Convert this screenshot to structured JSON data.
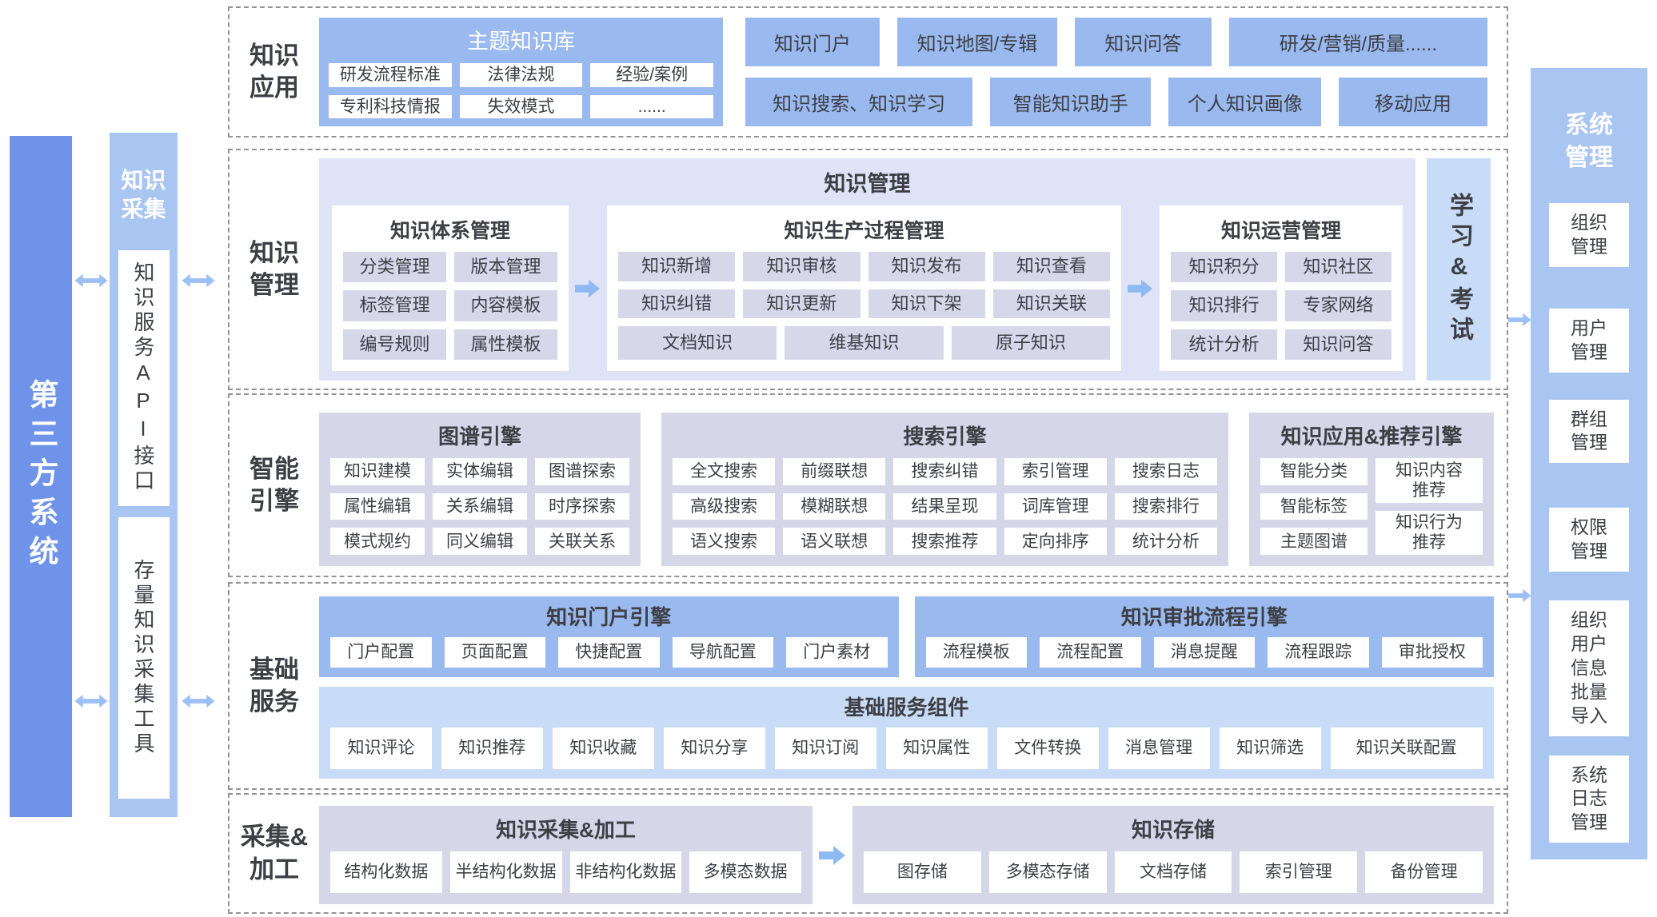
{
  "colors": {
    "dark_blue": "#6e93e9",
    "medium_blue": "#9ab9ef",
    "column_blue": "#a9c6f3",
    "light_blue": "#c9dcf7",
    "periwinkle": "#dee4f6",
    "lavender": "#d5d7e9",
    "chip_lavender": "#d6d8ea",
    "arrow_blue": "#8fb9f3",
    "text_dark": "#3d3f45",
    "text_white": "#ffffff"
  },
  "left": {
    "third_party": "第三方系统",
    "collection": {
      "title": "知识\n采集",
      "api_box": "知识服务API接口",
      "tool_box": "存量知识采集工具"
    }
  },
  "right": {
    "title": "系统\n管理",
    "items": [
      "组织\n管理",
      "用户\n管理",
      "群组\n管理",
      "权限\n管理",
      "组织\n用户\n信息\n批量\n导入",
      "系统\n日志\n管理"
    ]
  },
  "sections": {
    "application": {
      "label": "知识\n应用",
      "theme_kb": {
        "title": "主题知识库",
        "items": [
          "研发流程标准",
          "法律法规",
          "经验/案例",
          "专利科技情报",
          "失效模式",
          "......"
        ]
      },
      "apps_row1": [
        "知识门户",
        "知识地图/专辑",
        "知识问答",
        "研发/营销/质量......"
      ],
      "apps_row2": [
        "知识搜索、知识学习",
        "智能知识助手",
        "个人知识画像",
        "移动应用"
      ]
    },
    "management": {
      "label": "知识\n管理",
      "container_title": "知识管理",
      "system_panel": {
        "title": "知识体系管理",
        "items": [
          "分类管理",
          "版本管理",
          "标签管理",
          "内容模板",
          "编号规则",
          "属性模板"
        ]
      },
      "production_panel": {
        "title": "知识生产过程管理",
        "items": [
          "知识新增",
          "知识审核",
          "知识发布",
          "知识查看",
          "知识纠错",
          "知识更新",
          "知识下架",
          "知识关联"
        ],
        "wide_items": [
          "文档知识",
          "维基知识",
          "原子知识"
        ]
      },
      "operation_panel": {
        "title": "知识运营管理",
        "items": [
          "知识积分",
          "知识社区",
          "知识排行",
          "专家网络",
          "统计分析",
          "知识问答"
        ]
      },
      "side_box": "学习&考试"
    },
    "engine": {
      "label": "智能\n引擎",
      "graph": {
        "title": "图谱引擎",
        "items": [
          "知识建模",
          "实体编辑",
          "图谱探索",
          "属性编辑",
          "关系编辑",
          "时序探索",
          "模式规约",
          "同义编辑",
          "关联关系"
        ]
      },
      "search": {
        "title": "搜索引擎",
        "items": [
          "全文搜索",
          "前缀联想",
          "搜索纠错",
          "索引管理",
          "搜索日志",
          "高级搜索",
          "模糊联想",
          "结果呈现",
          "词库管理",
          "搜索排行",
          "语义搜索",
          "语义联想",
          "搜索推荐",
          "定向排序",
          "统计分析"
        ]
      },
      "recommend": {
        "title": "知识应用&推荐引擎",
        "left_items": [
          "智能分类",
          "智能标签",
          "主题图谱"
        ],
        "right_items": [
          "知识内容\n推荐",
          "知识行为\n推荐"
        ]
      }
    },
    "foundation": {
      "label": "基础\n服务",
      "portal": {
        "title": "知识门户引擎",
        "items": [
          "门户配置",
          "页面配置",
          "快捷配置",
          "导航配置",
          "门户素材"
        ]
      },
      "approval": {
        "title": "知识审批流程引擎",
        "items": [
          "流程模板",
          "流程配置",
          "消息提醒",
          "流程跟踪",
          "审批授权"
        ]
      },
      "components": {
        "title": "基础服务组件",
        "items": [
          "知识评论",
          "知识推荐",
          "知识收藏",
          "知识分享",
          "知识订阅",
          "知识属性",
          "文件转换",
          "消息管理",
          "知识筛选",
          "知识关联配置"
        ]
      }
    },
    "collection": {
      "label": "采集&\n加工",
      "acquire": {
        "title": "知识采集&加工",
        "items": [
          "结构化数据",
          "半结构化数据",
          "非结构化数据",
          "多模态数据"
        ]
      },
      "storage": {
        "title": "知识存储",
        "items": [
          "图存储",
          "多模态存储",
          "文档存储",
          "索引管理",
          "备份管理"
        ]
      }
    }
  }
}
